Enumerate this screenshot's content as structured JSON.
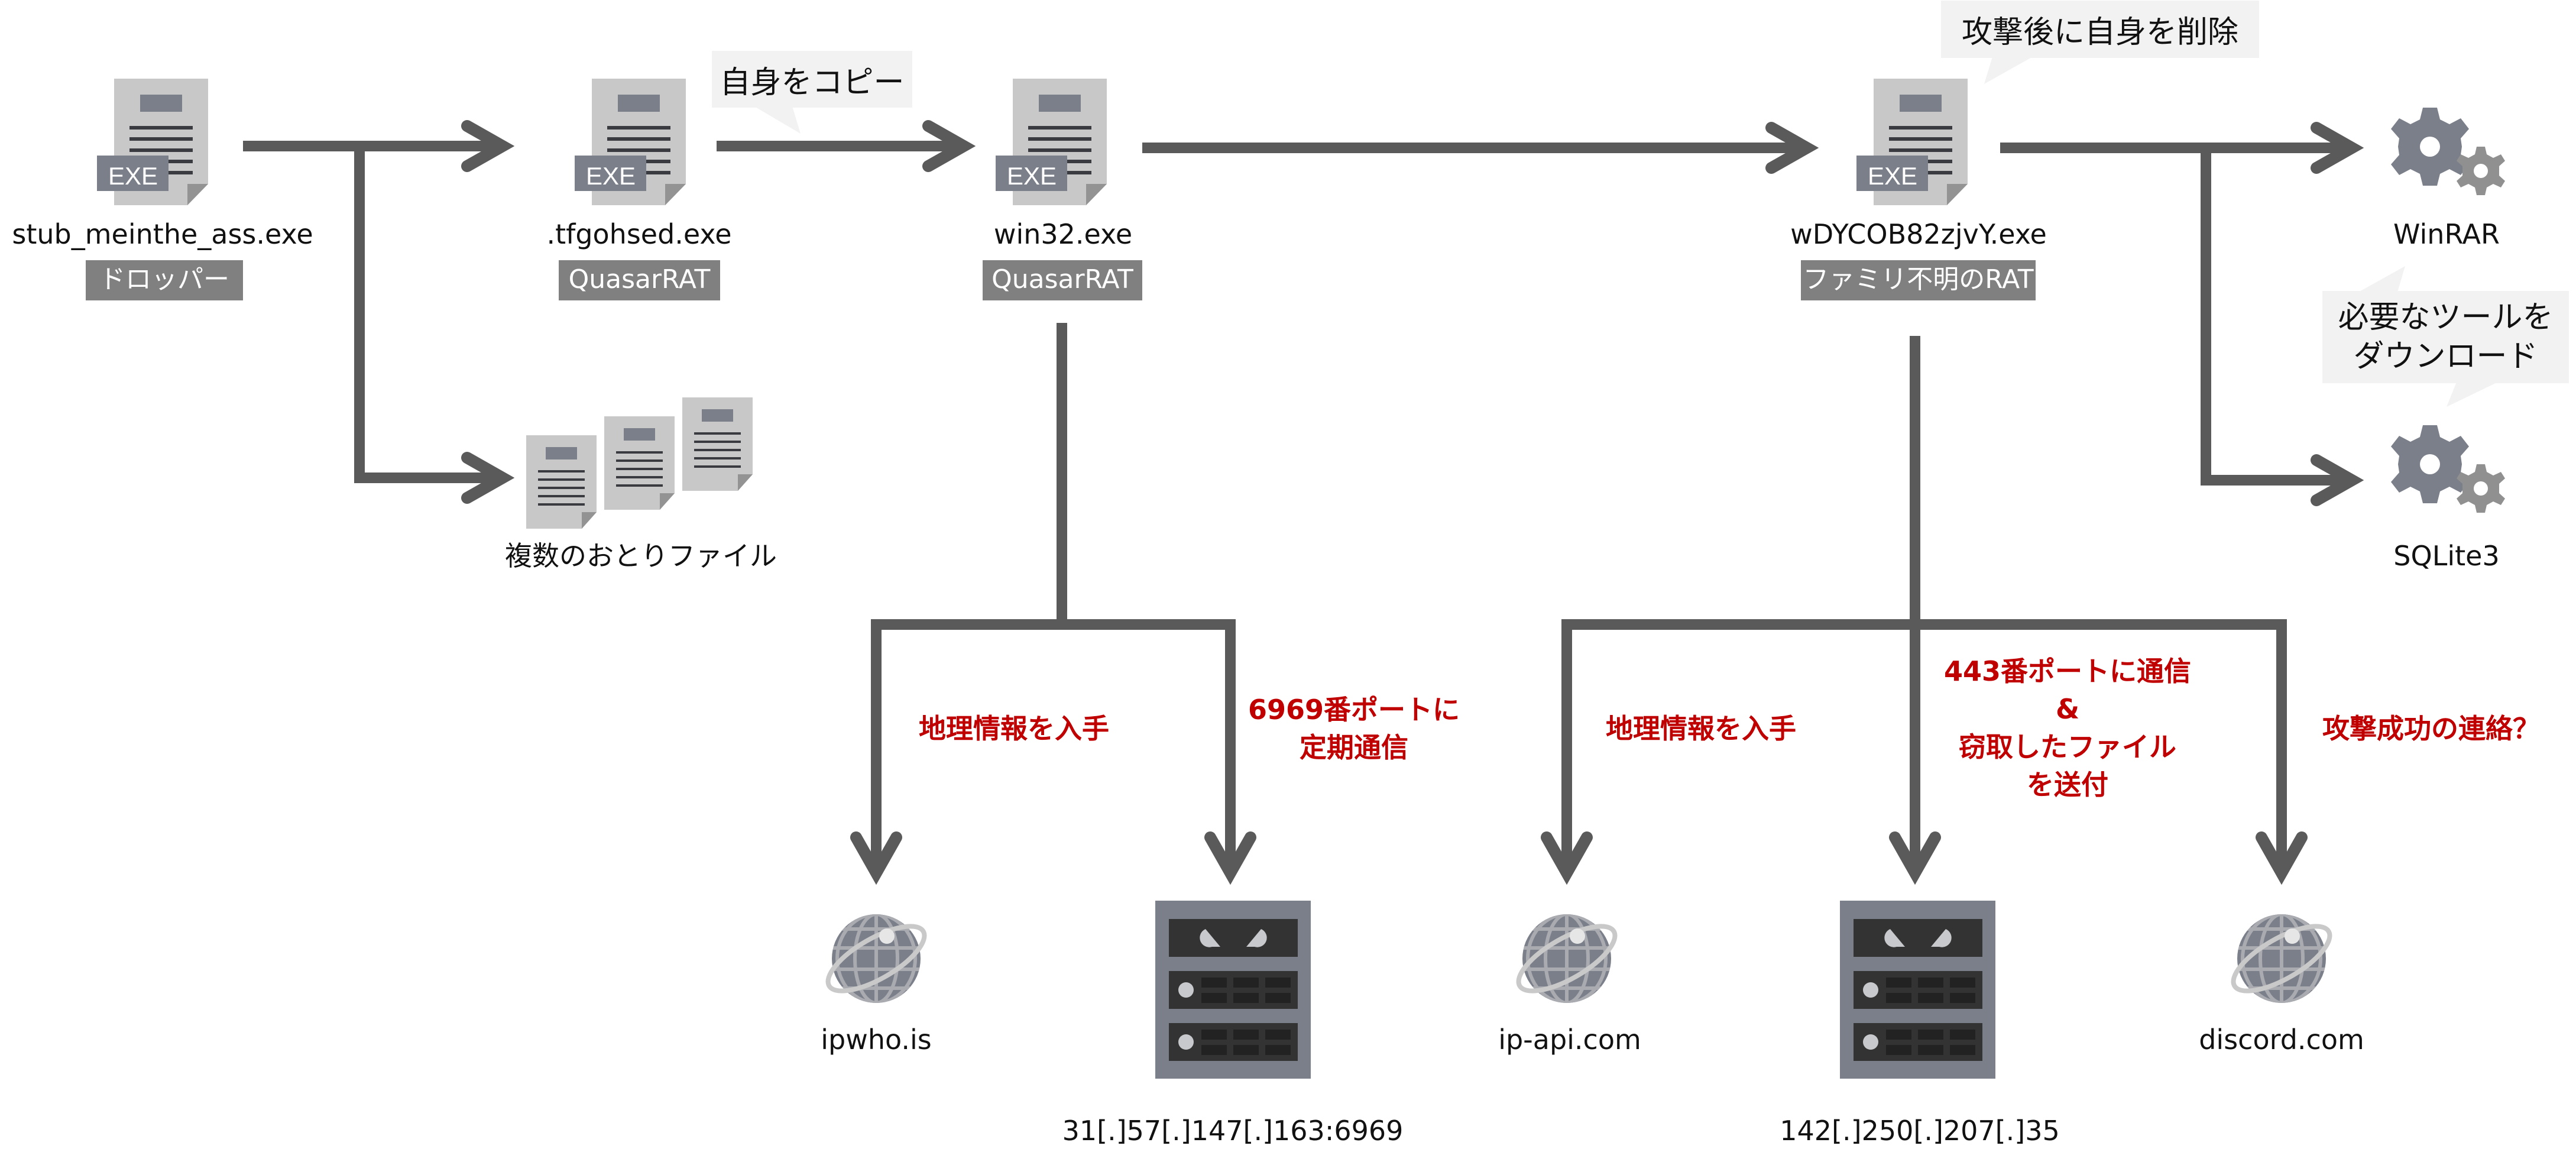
{
  "colors": {
    "arrow": "#5a5a5a",
    "badge_bg": "#808080",
    "bubble_bg": "#f2f2f2",
    "red_text": "#c00000",
    "icon_gray": "#7b7f8a",
    "doc_paper": "#c8c8c8"
  },
  "nodes": {
    "dropper": {
      "filename": "stub_meinthe_ass.exe",
      "badge": "ドロッパー",
      "icon": "exe-file-icon",
      "icon_text": "EXE"
    },
    "tfgohsed": {
      "filename": ".tfgohsed.exe",
      "badge": "QuasarRAT",
      "icon": "exe-file-icon",
      "icon_text": "EXE"
    },
    "win32": {
      "filename": "win32.exe",
      "badge": "QuasarRAT",
      "icon": "exe-file-icon",
      "icon_text": "EXE"
    },
    "unknown_rat": {
      "filename": "wDYCOB82zjvY.exe",
      "badge": "ファミリ不明のRAT",
      "icon": "exe-file-icon",
      "icon_text": "EXE"
    },
    "decoys": {
      "label": "複数のおとりファイル",
      "icon": "document-stack-icon"
    },
    "winrar": {
      "label": "WinRAR",
      "icon": "gears-icon"
    },
    "sqlite": {
      "label": "SQLite3",
      "icon": "gears-icon"
    },
    "ipwho": {
      "label": "ipwho.is",
      "icon": "globe-icon"
    },
    "c2_quasar": {
      "label": "31[.]57[.]147[.]163:6969",
      "icon": "malicious-server-icon"
    },
    "ipapi": {
      "label": "ip-api.com",
      "icon": "globe-icon"
    },
    "c2_rat": {
      "label": "142[.]250[.]207[.]35",
      "icon": "malicious-server-icon"
    },
    "discord": {
      "label": "discord.com",
      "icon": "globe-icon"
    }
  },
  "callouts": {
    "copy_self": "自身をコピー",
    "delete_self": "攻撃後に自身を削除",
    "download_tools": [
      "必要なツールを",
      "ダウンロード"
    ]
  },
  "edge_labels": {
    "win32_geo": [
      "地理情報を入手"
    ],
    "win32_c2": [
      "6969番ポートに",
      "定期通信"
    ],
    "rat_geo": [
      "地理情報を入手"
    ],
    "rat_c2": [
      "443番ポートに通信",
      "&",
      "窃取したファイル",
      "を送付"
    ],
    "rat_discord": [
      "攻撃成功の連絡？"
    ]
  }
}
